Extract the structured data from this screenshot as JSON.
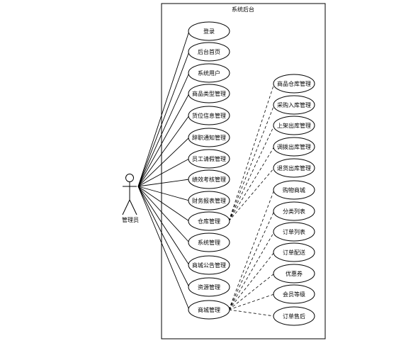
{
  "system": {
    "title": "系统后台"
  },
  "actor": {
    "label": "管理员"
  },
  "use_cases_left": [
    "登录",
    "后台首页",
    "系统用户",
    "商品类型管理",
    "货位信息管理",
    "辞职通知管理",
    "员工请假管理",
    "绩效考核管理",
    "财务报表管理",
    "仓库管理",
    "系统管理",
    "商城公告管理",
    "资源管理",
    "商城管理"
  ],
  "use_cases_warehouse": [
    "商品仓库管理",
    "采购入库管理",
    "上架出库管理",
    "调拨出库管理",
    "退货出库管理"
  ],
  "use_cases_mall": [
    "购物商城",
    "分类列表",
    "订单列表",
    "订单配送",
    "优惠券",
    "会员等级",
    "订单售后"
  ]
}
